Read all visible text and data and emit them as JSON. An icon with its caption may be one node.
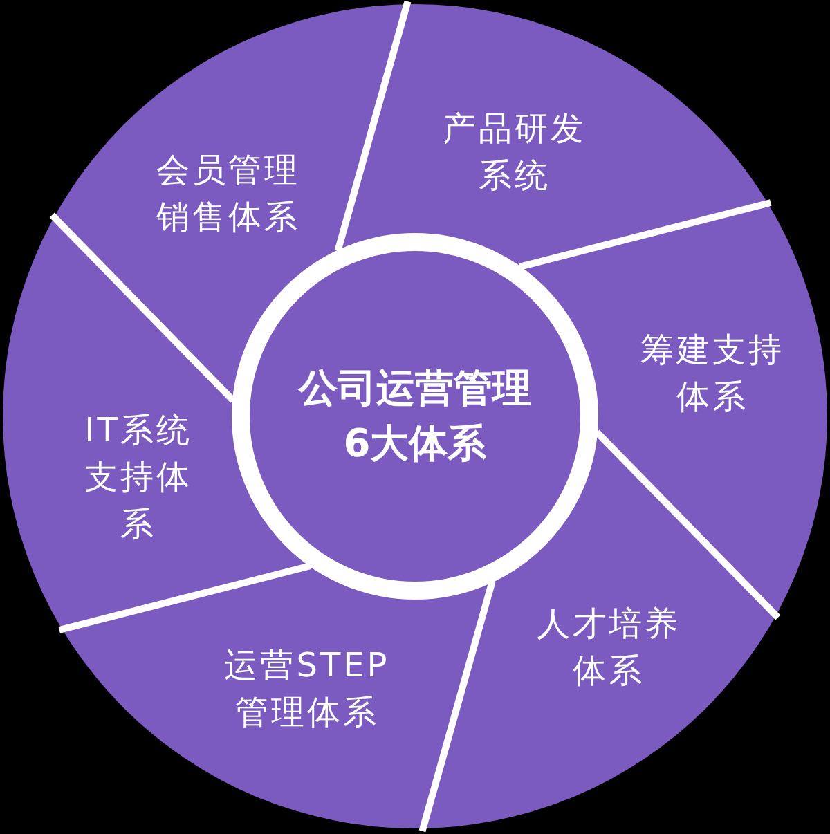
{
  "diagram": {
    "nodes": [
      {
        "text": [
          "公司运营管理6大体系"
        ]
      },
      {
        "text": [
          "产品研发系统"
        ]
      },
      {
        "text": [
          "筹建支持体系"
        ]
      },
      {
        "text": [
          "人才培养体系"
        ]
      },
      {
        "text": [
          "运营STEP管理体系"
        ]
      },
      {
        "text": [
          "IT系统支持体系"
        ]
      },
      {
        "text": [
          "会员管理销售体系"
        ]
      }
    ],
    "edges": []
  }
}
